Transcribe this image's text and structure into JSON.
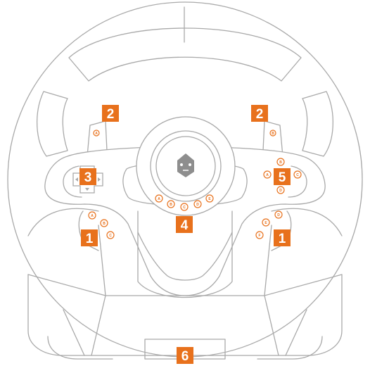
{
  "callouts": [
    {
      "label": "1"
    },
    {
      "label": "1"
    },
    {
      "label": "2"
    },
    {
      "label": "2"
    },
    {
      "label": "3"
    },
    {
      "label": "4"
    },
    {
      "label": "5"
    },
    {
      "label": "6"
    }
  ],
  "buttons": [
    {
      "label": "A"
    },
    {
      "label": "B"
    },
    {
      "label": "A"
    },
    {
      "label": "B"
    },
    {
      "label": "C"
    },
    {
      "label": "D"
    },
    {
      "label": "E"
    },
    {
      "label": "B"
    },
    {
      "label": "A"
    },
    {
      "label": "C"
    },
    {
      "label": "D"
    },
    {
      "label": "A"
    },
    {
      "label": "B"
    },
    {
      "label": "C"
    },
    {
      "label": "D"
    },
    {
      "label": "E"
    },
    {
      "label": "F"
    }
  ],
  "colors": {
    "accent": "#e8711c",
    "outline": "#a9a9a9",
    "background": "#ffffff"
  },
  "icons": {
    "hub": "brand-logo-icon",
    "dpad": "dpad-icon"
  }
}
